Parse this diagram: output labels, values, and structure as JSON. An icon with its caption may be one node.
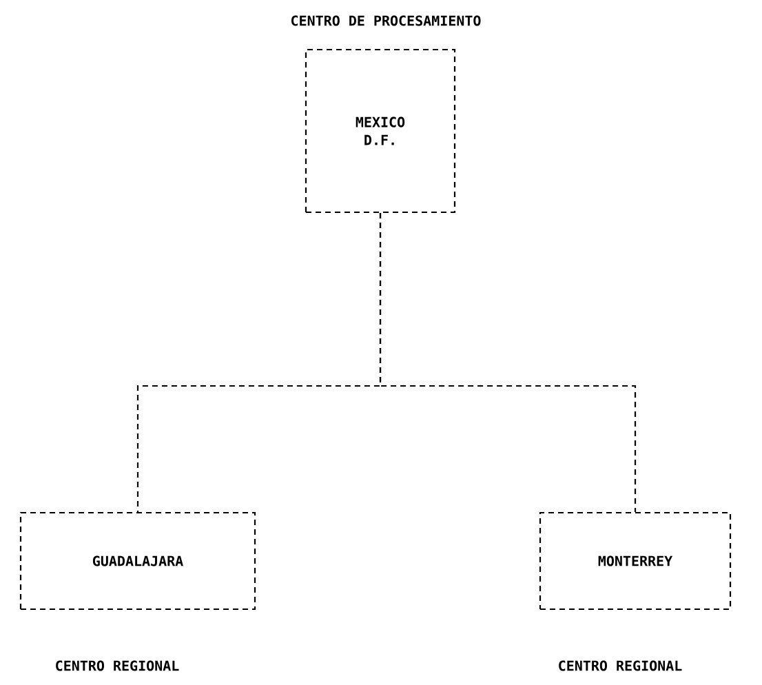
{
  "diagram": {
    "nodes": [
      {
        "text": [
          "MEXICO D.F."
        ],
        "beside": [
          "CENTRO DE PROCESAMIENTO"
        ]
      },
      {
        "text": [
          "GUADALAJARA"
        ],
        "beside": [
          "CENTRO REGIONAL"
        ]
      },
      {
        "text": [
          "MONTERREY"
        ],
        "beside": [
          "CENTRO REGIONAL"
        ]
      }
    ],
    "edges": [
      {
        "from": 0,
        "to": 1,
        "arrow": "none"
      },
      {
        "from": 0,
        "to": 2,
        "arrow": "none"
      }
    ]
  }
}
